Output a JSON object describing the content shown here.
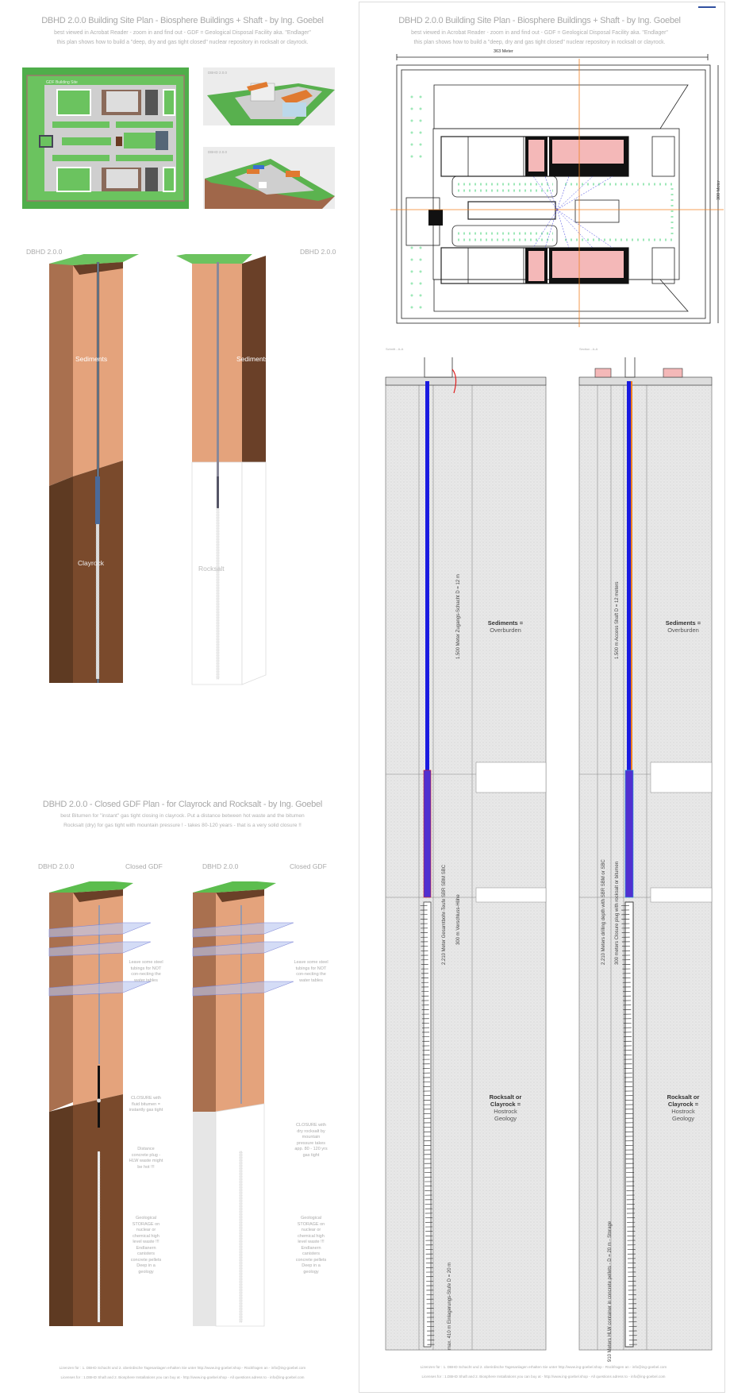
{
  "site_plan": {
    "title": "DBHD 2.0.0 Building Site Plan - Biosphere Buildings + Shaft - by Ing. Goebel",
    "subtitle_1": "best viewed in Acrobat Reader - zoom in and find out - GDF = Geological Disposal Facility aka. \"Endlager\"",
    "subtitle_2": "this plan shows how to build a \"deep, dry and gas tight closed\" nuclear repository in rocksalt or clayrock.",
    "render_label": "DBHD 2.0.0",
    "plan_label": "GDF Building Site",
    "width_dimension": "363 Meter",
    "height_dimension": "300 Meter"
  },
  "shaft_3d": {
    "left": {
      "label": "DBHD 2.0.0",
      "upper_layer": "Sediments",
      "lower_layer": "Clayrock"
    },
    "right": {
      "label": "DBHD 2.0.0",
      "upper_layer": "Sediments",
      "lower_layer": "Rocksalt"
    }
  },
  "closed_gdf": {
    "title": "DBHD 2.0.0 - Closed GDF Plan - for Clayrock and Rocksalt - by Ing. Goebel",
    "subtitle_1": "best Bitumen for \"instant\" gas tight closing in clayrock. Put a distance between hot waste and the bitumen",
    "subtitle_2": "Rocksalt (dry) for gas tight with mountain pressure ! - takes 80-120 years - that is a very solid closure !!",
    "left": {
      "label": "DBHD 2.0.0",
      "status": "Closed GDF",
      "note_water": "Leave some steel tubings for NOT con-necting the water tables",
      "note_closure": "CLOSURE with fluid bitumen = instantly gas tight",
      "note_distance": "Distance concrete plug - HLW waste might be hot !!!",
      "note_storage": "Geological STORAGE on nuclear or chemical high level waste !!! Endlanern canisters concrete pellets Deep in a geology"
    },
    "right": {
      "label": "DBHD 2.0.0",
      "status": "Closed GDF",
      "note_water": "Leave some steel tubings for NOT con-necting the water tables",
      "note_closure": "CLOSURE with dry rocksalt by mountain pressure takes app. 80 - 120 yrs gas tight",
      "note_storage": "Geological STORAGE on nuclear or chemical high level waste !!! Endlanern canisters concrete pellets Deep in a geology"
    }
  },
  "sections": {
    "left": {
      "label": "Schnitt - A-A",
      "overburden_bold": "Sediments =",
      "overburden": "Overburden",
      "host_bold_1": "Rocksalt or",
      "host_bold_2": "Clayrock =",
      "host_1": "Hostrock",
      "host_2": "Geology",
      "dim_shaft": "1.500 Meter Zugangs-Schacht D = 12 m",
      "dim_total": "2.210 Meter Gesamtbohr-Teufe SBR SBM SBC",
      "dim_closure": "300 m Verschluss-Höhe",
      "dim_storage": "max. 410 m Einlagerungs-Stufe D = 20 m"
    },
    "right": {
      "label": "Section - A-A",
      "overburden_bold": "Sediments =",
      "overburden": "Overburden",
      "host_bold_1": "Rocksalt or",
      "host_bold_2": "Clayrock =",
      "host_1": "Hostrock",
      "host_2": "Geology",
      "dim_shaft": "1.500 m Access Shaft D = 12 meters",
      "dim_total": "2.210 Meters drilling depth with SBR SBM or SBC",
      "dim_closure": "300 meters Closure plug with rocksalt or bitumen",
      "dim_storage": "910 Meters HLW container in concrete pellets - D = 20 m - Storage"
    }
  },
  "footer": {
    "left_1": "Lizenzen für : 1. DBHD Schacht und 2. oberirdische Tagesanlagen erhalten Sie unter http://www.ing-goebel.shop - Rückfragen an - info@ing-goebel.com",
    "left_2": "Licenses for : 1.DBHD Shaft and 2. Biosphere Installations you can buy at - http://www.ing-goebel.shop - All questions adress to - info@ing-goebel.com",
    "right_1": "Lizenzen für : 1. DBHD Schacht und 2. oberirdische Tagesanlagen erhalten Sie unter http://www.ing-goebel.shop - Rückfragen an - info@ing-goebel.com",
    "right_2": "Licenses for : 1.DBHD Shaft and 2. Biosphere Installations you can buy at - http://www.ing-goebel.shop - All questions adress to - info@ing-goebel.com"
  },
  "colors": {
    "grass": "#5cb85c",
    "sediment": "#e4a37c",
    "sediment_side": "#a9704f",
    "clay": "#7a4a2c",
    "shaft_blue": "#1a1ae0",
    "axis": "#f08020"
  }
}
